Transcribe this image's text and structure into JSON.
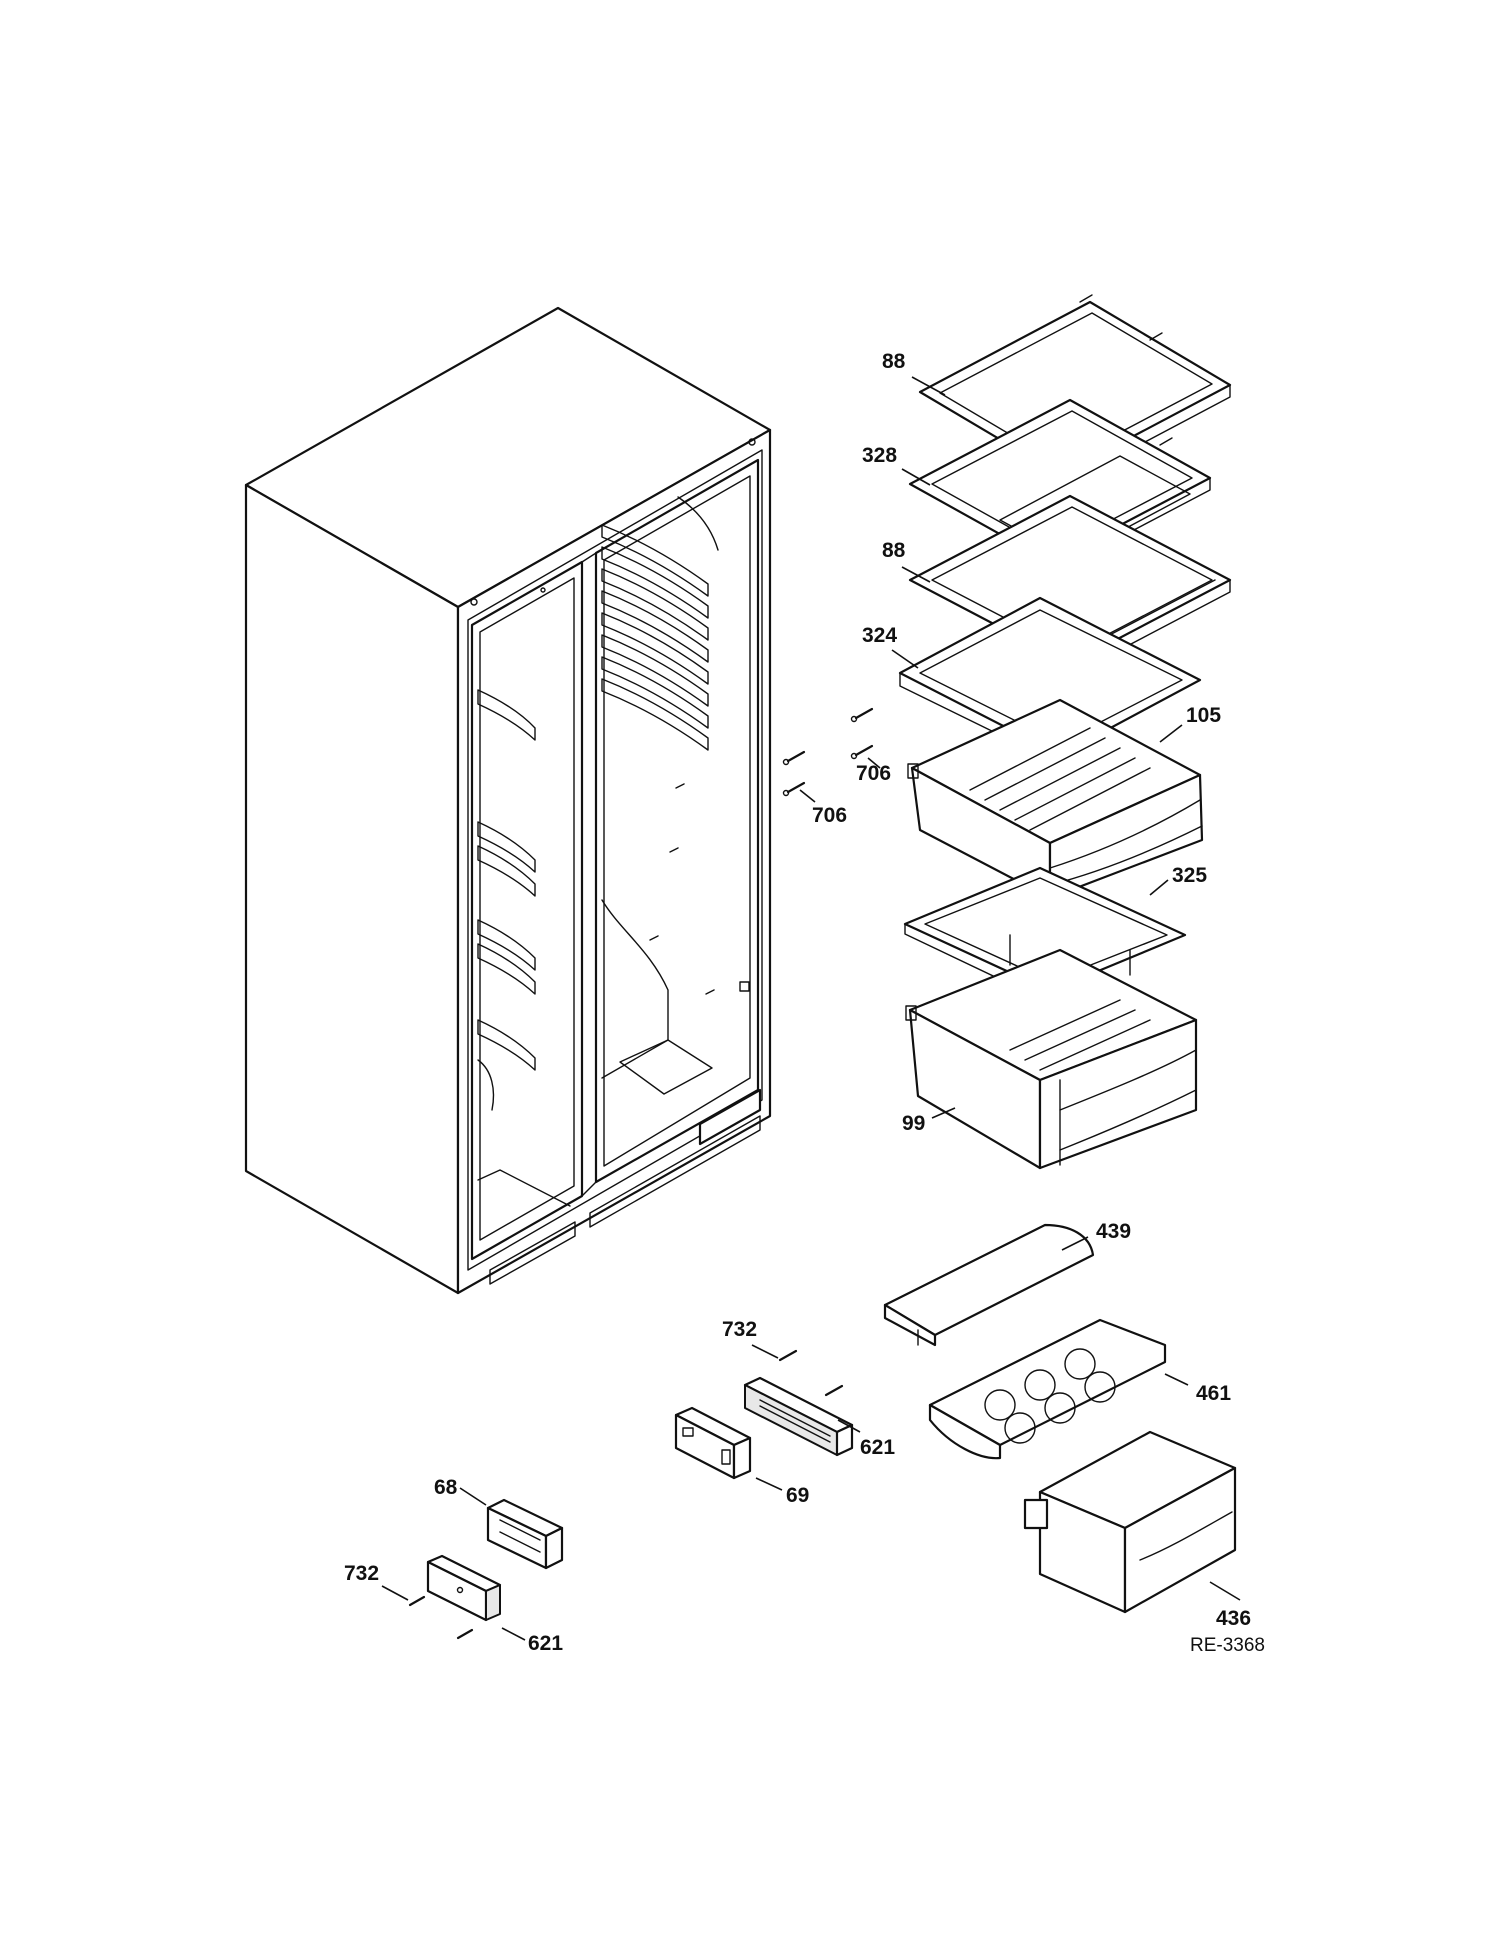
{
  "diagram_ref": "RE-3368",
  "callouts": [
    {
      "id": "c88a",
      "label": "88"
    },
    {
      "id": "c328",
      "label": "328"
    },
    {
      "id": "c88b",
      "label": "88"
    },
    {
      "id": "c324",
      "label": "324"
    },
    {
      "id": "c105",
      "label": "105"
    },
    {
      "id": "c706a",
      "label": "706"
    },
    {
      "id": "c706b",
      "label": "706"
    },
    {
      "id": "c325",
      "label": "325"
    },
    {
      "id": "c99",
      "label": "99"
    },
    {
      "id": "c439",
      "label": "439"
    },
    {
      "id": "c732a",
      "label": "732"
    },
    {
      "id": "c461",
      "label": "461"
    },
    {
      "id": "c621a",
      "label": "621"
    },
    {
      "id": "c69",
      "label": "69"
    },
    {
      "id": "c68",
      "label": "68"
    },
    {
      "id": "c732b",
      "label": "732"
    },
    {
      "id": "c621b",
      "label": "621"
    },
    {
      "id": "c436",
      "label": "436"
    }
  ]
}
